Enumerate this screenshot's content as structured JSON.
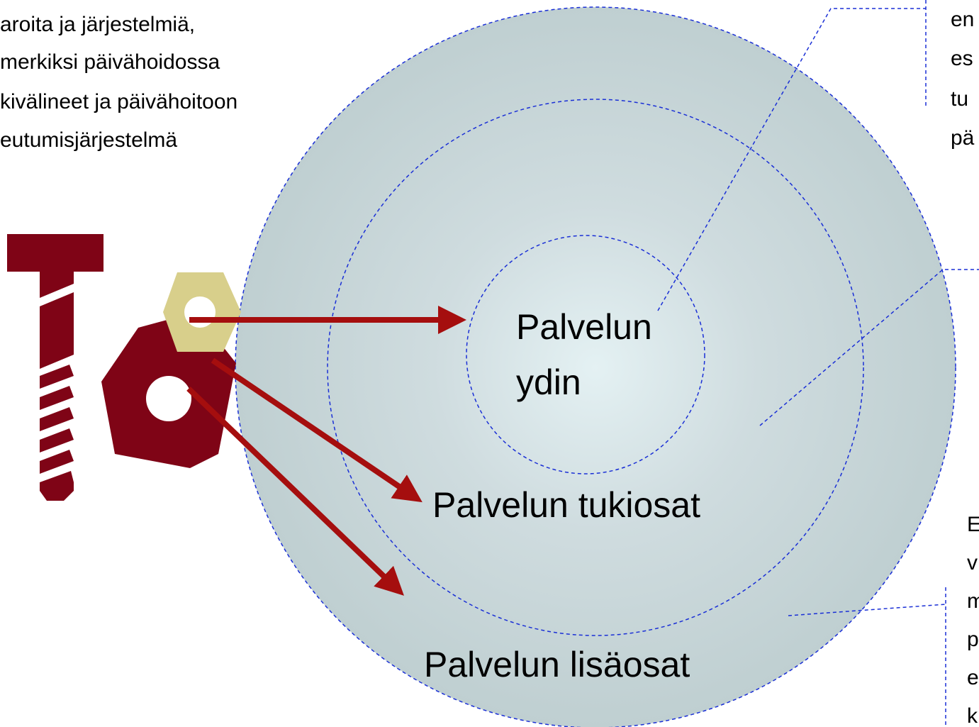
{
  "top_left_text": [
    "aroita ja järjestelmiä,",
    "merkiksi päivähoidossa",
    "kivälineet ja päivähoitoon",
    "eutumisjärjestelmä"
  ],
  "top_right_text": [
    "en",
    "es",
    "tu",
    "pä"
  ],
  "bottom_right_text": [
    "E",
    "v",
    "m",
    "p",
    "e",
    "k"
  ],
  "rings": {
    "core_line1": "Palvelun",
    "core_line2": "ydin",
    "support": "Palvelun tukiosat",
    "extra": "Palvelun lisäosat"
  },
  "colors": {
    "ring_fill": "#c3d2d4",
    "ring_center": "#e4f1f3",
    "dash": "#1a2fd6",
    "arrow": "#a50e0e",
    "tool": "#7f0416",
    "small_nut": "#d8cf8b"
  },
  "icons": [
    "screw-icon",
    "small-nut-icon",
    "large-nut-icon"
  ]
}
